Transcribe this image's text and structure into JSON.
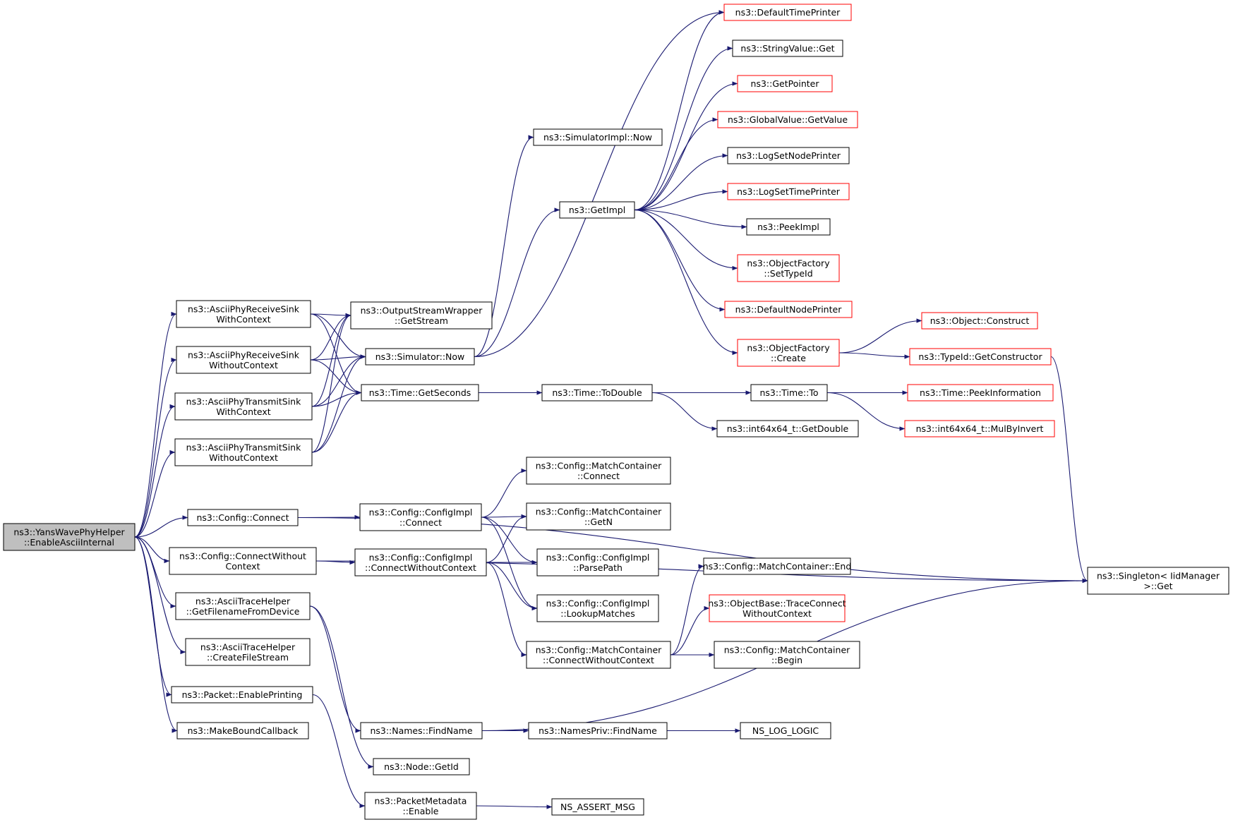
{
  "colors": {
    "edge": "#191970",
    "border_normal": "#000000",
    "border_truncated": "#ff0000",
    "root_fill": "#bfbfbf",
    "node_fill": "#ffffff"
  },
  "nodes": [
    {
      "id": "root",
      "lines": [
        "ns3::YansWavePhyHelper",
        "::EnableAsciiInternal"
      ],
      "root": true
    },
    {
      "id": "recvCtx",
      "lines": [
        "ns3::AsciiPhyReceiveSink",
        "WithContext"
      ]
    },
    {
      "id": "recvNoCtx",
      "lines": [
        "ns3::AsciiPhyReceiveSink",
        "WithoutContext"
      ]
    },
    {
      "id": "txCtx",
      "lines": [
        "ns3::AsciiPhyTransmitSink",
        "WithContext"
      ]
    },
    {
      "id": "txNoCtx",
      "lines": [
        "ns3::AsciiPhyTransmitSink",
        "WithoutContext"
      ]
    },
    {
      "id": "cfgConnect",
      "lines": [
        "ns3::Config::Connect"
      ]
    },
    {
      "id": "cfgConnectWo",
      "lines": [
        "ns3::Config::ConnectWithout",
        "Context"
      ]
    },
    {
      "id": "getFilename",
      "lines": [
        "ns3::AsciiTraceHelper",
        "::GetFilenameFromDevice"
      ]
    },
    {
      "id": "createFile",
      "lines": [
        "ns3::AsciiTraceHelper",
        "::CreateFileStream"
      ]
    },
    {
      "id": "enablePrinting",
      "lines": [
        "ns3::Packet::EnablePrinting"
      ]
    },
    {
      "id": "makeBound",
      "lines": [
        "ns3::MakeBoundCallback"
      ]
    },
    {
      "id": "getStream",
      "lines": [
        "ns3::OutputStreamWrapper",
        "::GetStream"
      ]
    },
    {
      "id": "simNow",
      "lines": [
        "ns3::Simulator::Now"
      ]
    },
    {
      "id": "getSeconds",
      "lines": [
        "ns3::Time::GetSeconds"
      ]
    },
    {
      "id": "simImplNow",
      "lines": [
        "ns3::SimulatorImpl::Now"
      ]
    },
    {
      "id": "getImpl",
      "lines": [
        "ns3::GetImpl"
      ]
    },
    {
      "id": "toDouble",
      "lines": [
        "ns3::Time::ToDouble"
      ]
    },
    {
      "id": "timeTo",
      "lines": [
        "ns3::Time::To"
      ]
    },
    {
      "id": "getDouble",
      "lines": [
        "ns3::int64x64_t::GetDouble"
      ]
    },
    {
      "id": "defTimePrinter",
      "lines": [
        "ns3::DefaultTimePrinter"
      ],
      "truncated": true
    },
    {
      "id": "strValueGet",
      "lines": [
        "ns3::StringValue::Get"
      ]
    },
    {
      "id": "getPointer",
      "lines": [
        "ns3::GetPointer"
      ],
      "truncated": true
    },
    {
      "id": "gvGetValue",
      "lines": [
        "ns3::GlobalValue::GetValue"
      ],
      "truncated": true
    },
    {
      "id": "logNodePrinter",
      "lines": [
        "ns3::LogSetNodePrinter"
      ]
    },
    {
      "id": "logTimePrinter",
      "lines": [
        "ns3::LogSetTimePrinter"
      ],
      "truncated": true
    },
    {
      "id": "peekImpl",
      "lines": [
        "ns3::PeekImpl"
      ]
    },
    {
      "id": "ofSetTypeId",
      "lines": [
        "ns3::ObjectFactory",
        "::SetTypeId"
      ],
      "truncated": true
    },
    {
      "id": "defNodePrinter",
      "lines": [
        "ns3::DefaultNodePrinter"
      ],
      "truncated": true
    },
    {
      "id": "ofCreate",
      "lines": [
        "ns3::ObjectFactory",
        "::Create"
      ],
      "truncated": true
    },
    {
      "id": "objConstruct",
      "lines": [
        "ns3::Object::Construct"
      ],
      "truncated": true
    },
    {
      "id": "getConstructor",
      "lines": [
        "ns3::TypeId::GetConstructor"
      ],
      "truncated": true
    },
    {
      "id": "peekInfo",
      "lines": [
        "ns3::Time::PeekInformation"
      ],
      "truncated": true
    },
    {
      "id": "mulByInvert",
      "lines": [
        "ns3::int64x64_t::MulByInvert"
      ],
      "truncated": true
    },
    {
      "id": "singletonGet",
      "lines": [
        "ns3::Singleton< IidManager",
        " >::Get"
      ]
    },
    {
      "id": "cfgImplConnect",
      "lines": [
        "ns3::Config::ConfigImpl",
        "::Connect"
      ]
    },
    {
      "id": "cfgImplConnectWo",
      "lines": [
        "ns3::Config::ConfigImpl",
        "::ConnectWithoutContext"
      ]
    },
    {
      "id": "mcConnect",
      "lines": [
        "ns3::Config::MatchContainer",
        "::Connect"
      ]
    },
    {
      "id": "mcGetN",
      "lines": [
        "ns3::Config::MatchContainer",
        "::GetN"
      ]
    },
    {
      "id": "parsePath",
      "lines": [
        "ns3::Config::ConfigImpl",
        "::ParsePath"
      ]
    },
    {
      "id": "lookupMatches",
      "lines": [
        "ns3::Config::ConfigImpl",
        "::LookupMatches"
      ]
    },
    {
      "id": "mcConnectWo",
      "lines": [
        "ns3::Config::MatchContainer",
        "::ConnectWithoutContext"
      ]
    },
    {
      "id": "mcEnd",
      "lines": [
        "ns3::Config::MatchContainer::End"
      ]
    },
    {
      "id": "traceConnectWo",
      "lines": [
        "ns3::ObjectBase::TraceConnect",
        "WithoutContext"
      ],
      "truncated": true
    },
    {
      "id": "mcBegin",
      "lines": [
        "ns3::Config::MatchContainer",
        "::Begin"
      ]
    },
    {
      "id": "namesFind",
      "lines": [
        "ns3::Names::FindName"
      ]
    },
    {
      "id": "namesPrivFind",
      "lines": [
        "ns3::NamesPriv::FindName"
      ]
    },
    {
      "id": "nsLogLogic",
      "lines": [
        "NS_LOG_LOGIC"
      ]
    },
    {
      "id": "nodeGetId",
      "lines": [
        "ns3::Node::GetId"
      ]
    },
    {
      "id": "pmEnable",
      "lines": [
        "ns3::PacketMetadata",
        "::Enable"
      ]
    },
    {
      "id": "nsAssertMsg",
      "lines": [
        "NS_ASSERT_MSG"
      ]
    }
  ],
  "edges": [
    [
      "root",
      "recvCtx"
    ],
    [
      "root",
      "recvNoCtx"
    ],
    [
      "root",
      "txCtx"
    ],
    [
      "root",
      "txNoCtx"
    ],
    [
      "root",
      "cfgConnect"
    ],
    [
      "root",
      "cfgConnectWo"
    ],
    [
      "root",
      "getFilename"
    ],
    [
      "root",
      "createFile"
    ],
    [
      "root",
      "enablePrinting"
    ],
    [
      "root",
      "makeBound"
    ],
    [
      "recvCtx",
      "getStream"
    ],
    [
      "recvCtx",
      "simNow"
    ],
    [
      "recvCtx",
      "getSeconds"
    ],
    [
      "recvNoCtx",
      "getStream"
    ],
    [
      "recvNoCtx",
      "simNow"
    ],
    [
      "recvNoCtx",
      "getSeconds"
    ],
    [
      "txCtx",
      "getStream"
    ],
    [
      "txCtx",
      "simNow"
    ],
    [
      "txCtx",
      "getSeconds"
    ],
    [
      "txNoCtx",
      "getStream"
    ],
    [
      "txNoCtx",
      "simNow"
    ],
    [
      "txNoCtx",
      "getSeconds"
    ],
    [
      "simNow",
      "simImplNow"
    ],
    [
      "simNow",
      "getImpl"
    ],
    [
      "simNow",
      "defTimePrinter"
    ],
    [
      "getImpl",
      "defTimePrinter"
    ],
    [
      "getImpl",
      "strValueGet"
    ],
    [
      "getImpl",
      "getPointer"
    ],
    [
      "getImpl",
      "gvGetValue"
    ],
    [
      "getImpl",
      "logNodePrinter"
    ],
    [
      "getImpl",
      "logTimePrinter"
    ],
    [
      "getImpl",
      "peekImpl"
    ],
    [
      "getImpl",
      "ofSetTypeId"
    ],
    [
      "getImpl",
      "defNodePrinter"
    ],
    [
      "getImpl",
      "ofCreate"
    ],
    [
      "ofCreate",
      "objConstruct"
    ],
    [
      "ofCreate",
      "getConstructor"
    ],
    [
      "getConstructor",
      "singletonGet"
    ],
    [
      "getSeconds",
      "toDouble"
    ],
    [
      "toDouble",
      "timeTo"
    ],
    [
      "toDouble",
      "getDouble"
    ],
    [
      "timeTo",
      "peekInfo"
    ],
    [
      "timeTo",
      "mulByInvert"
    ],
    [
      "cfgConnect",
      "cfgImplConnect"
    ],
    [
      "cfgConnect",
      "singletonGet"
    ],
    [
      "cfgImplConnect",
      "mcConnect"
    ],
    [
      "cfgImplConnect",
      "mcGetN"
    ],
    [
      "cfgImplConnect",
      "parsePath"
    ],
    [
      "cfgImplConnect",
      "lookupMatches"
    ],
    [
      "cfgConnectWo",
      "cfgImplConnectWo"
    ],
    [
      "cfgConnectWo",
      "singletonGet"
    ],
    [
      "cfgImplConnectWo",
      "mcGetN"
    ],
    [
      "cfgImplConnectWo",
      "parsePath"
    ],
    [
      "cfgImplConnectWo",
      "lookupMatches"
    ],
    [
      "cfgImplConnectWo",
      "mcConnectWo"
    ],
    [
      "mcConnectWo",
      "mcEnd"
    ],
    [
      "mcConnectWo",
      "traceConnectWo"
    ],
    [
      "mcConnectWo",
      "mcBegin"
    ],
    [
      "getFilename",
      "namesFind"
    ],
    [
      "getFilename",
      "nodeGetId"
    ],
    [
      "namesFind",
      "namesPrivFind"
    ],
    [
      "namesFind",
      "singletonGet"
    ],
    [
      "namesPrivFind",
      "nsLogLogic"
    ],
    [
      "enablePrinting",
      "pmEnable"
    ],
    [
      "pmEnable",
      "nsAssertMsg"
    ]
  ]
}
